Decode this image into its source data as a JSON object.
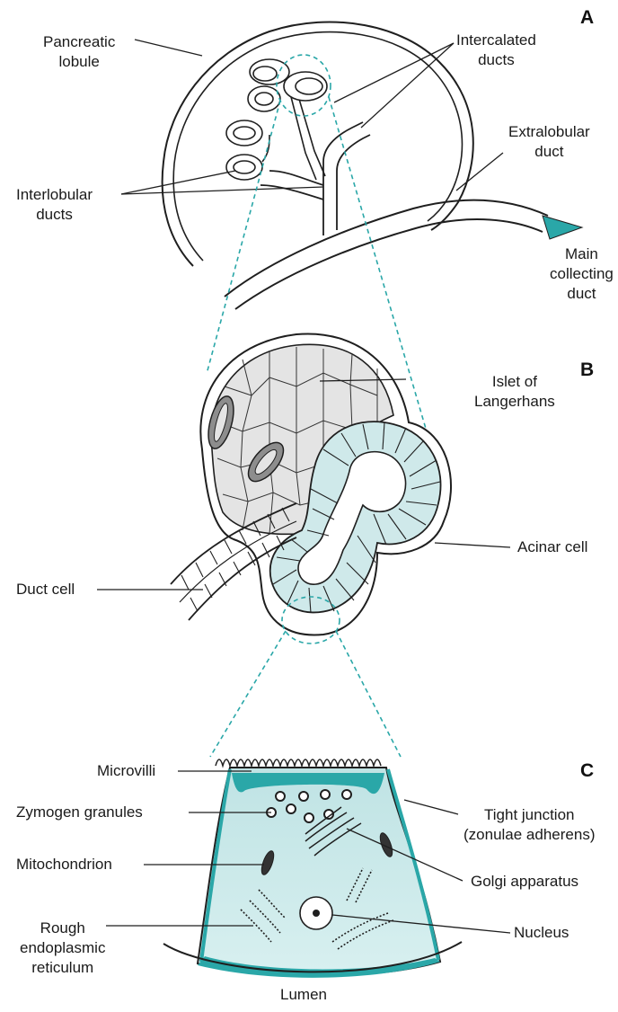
{
  "panels": {
    "a": "A",
    "b": "B",
    "c": "C"
  },
  "labels": {
    "pancreatic_lobule": [
      "Pancreatic",
      "lobule"
    ],
    "intercalated_ducts": [
      "Intercalated",
      "ducts"
    ],
    "extralobular_duct": [
      "Extralobular",
      "duct"
    ],
    "interlobular_ducts": [
      "Interlobular",
      "ducts"
    ],
    "main_collecting_duct": [
      "Main",
      "collecting",
      "duct"
    ],
    "islet_of_langerhans": [
      "Islet of",
      "Langerhans"
    ],
    "acinar_cell": "Acinar cell",
    "duct_cell": "Duct cell",
    "microvilli": "Microvilli",
    "zymogen_granules": "Zymogen granules",
    "tight_junction": [
      "Tight junction",
      "(zonulae adherens)"
    ],
    "mitochondrion": "Mitochondrion",
    "golgi_apparatus": "Golgi apparatus",
    "rough_er": [
      "Rough",
      "endoplasmic",
      "reticulum"
    ],
    "nucleus": "Nucleus",
    "lumen": "Lumen"
  },
  "colors": {
    "teal_fill": "#cfe9ea",
    "teal_dark": "#2aa7a8",
    "islet_fill": "#e4e4e4",
    "line": "#1f1f1f"
  }
}
